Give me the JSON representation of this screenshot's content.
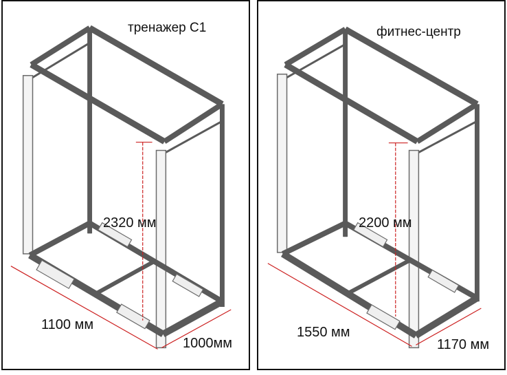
{
  "panels": [
    {
      "title": "тренажер С1",
      "height": "2320 мм",
      "length": "1100 мм",
      "depth": "1000мм"
    },
    {
      "title": "фитнес-центр",
      "height": "2200 мм",
      "length": "1550 мм",
      "depth": "1170 мм"
    }
  ],
  "colors": {
    "frame": "#5a5a5a",
    "dimension": "#cc1f1f",
    "border": "#111111"
  }
}
